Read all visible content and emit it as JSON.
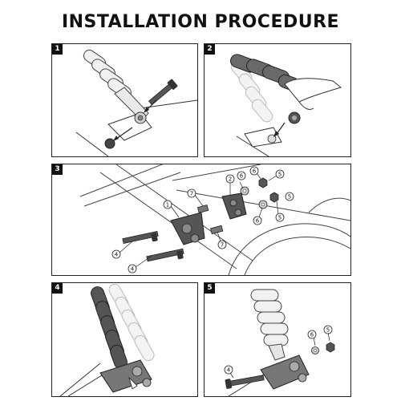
{
  "page": {
    "title": "INSTALLATION PROCEDURE"
  },
  "steps": [
    {
      "number": "1"
    },
    {
      "number": "2"
    },
    {
      "number": "3"
    },
    {
      "number": "4"
    },
    {
      "number": "5"
    }
  ],
  "callouts": {
    "p3": {
      "c1": "1",
      "c2": "2",
      "c4a": "4",
      "c4b": "4",
      "c5a": "5",
      "c5b": "5",
      "c5c": "5",
      "c6a": "6",
      "c6b": "6",
      "c6c": "6",
      "c7a": "7",
      "c7b": "7"
    },
    "p5": {
      "c4": "4",
      "c5": "5",
      "c6": "6"
    }
  }
}
